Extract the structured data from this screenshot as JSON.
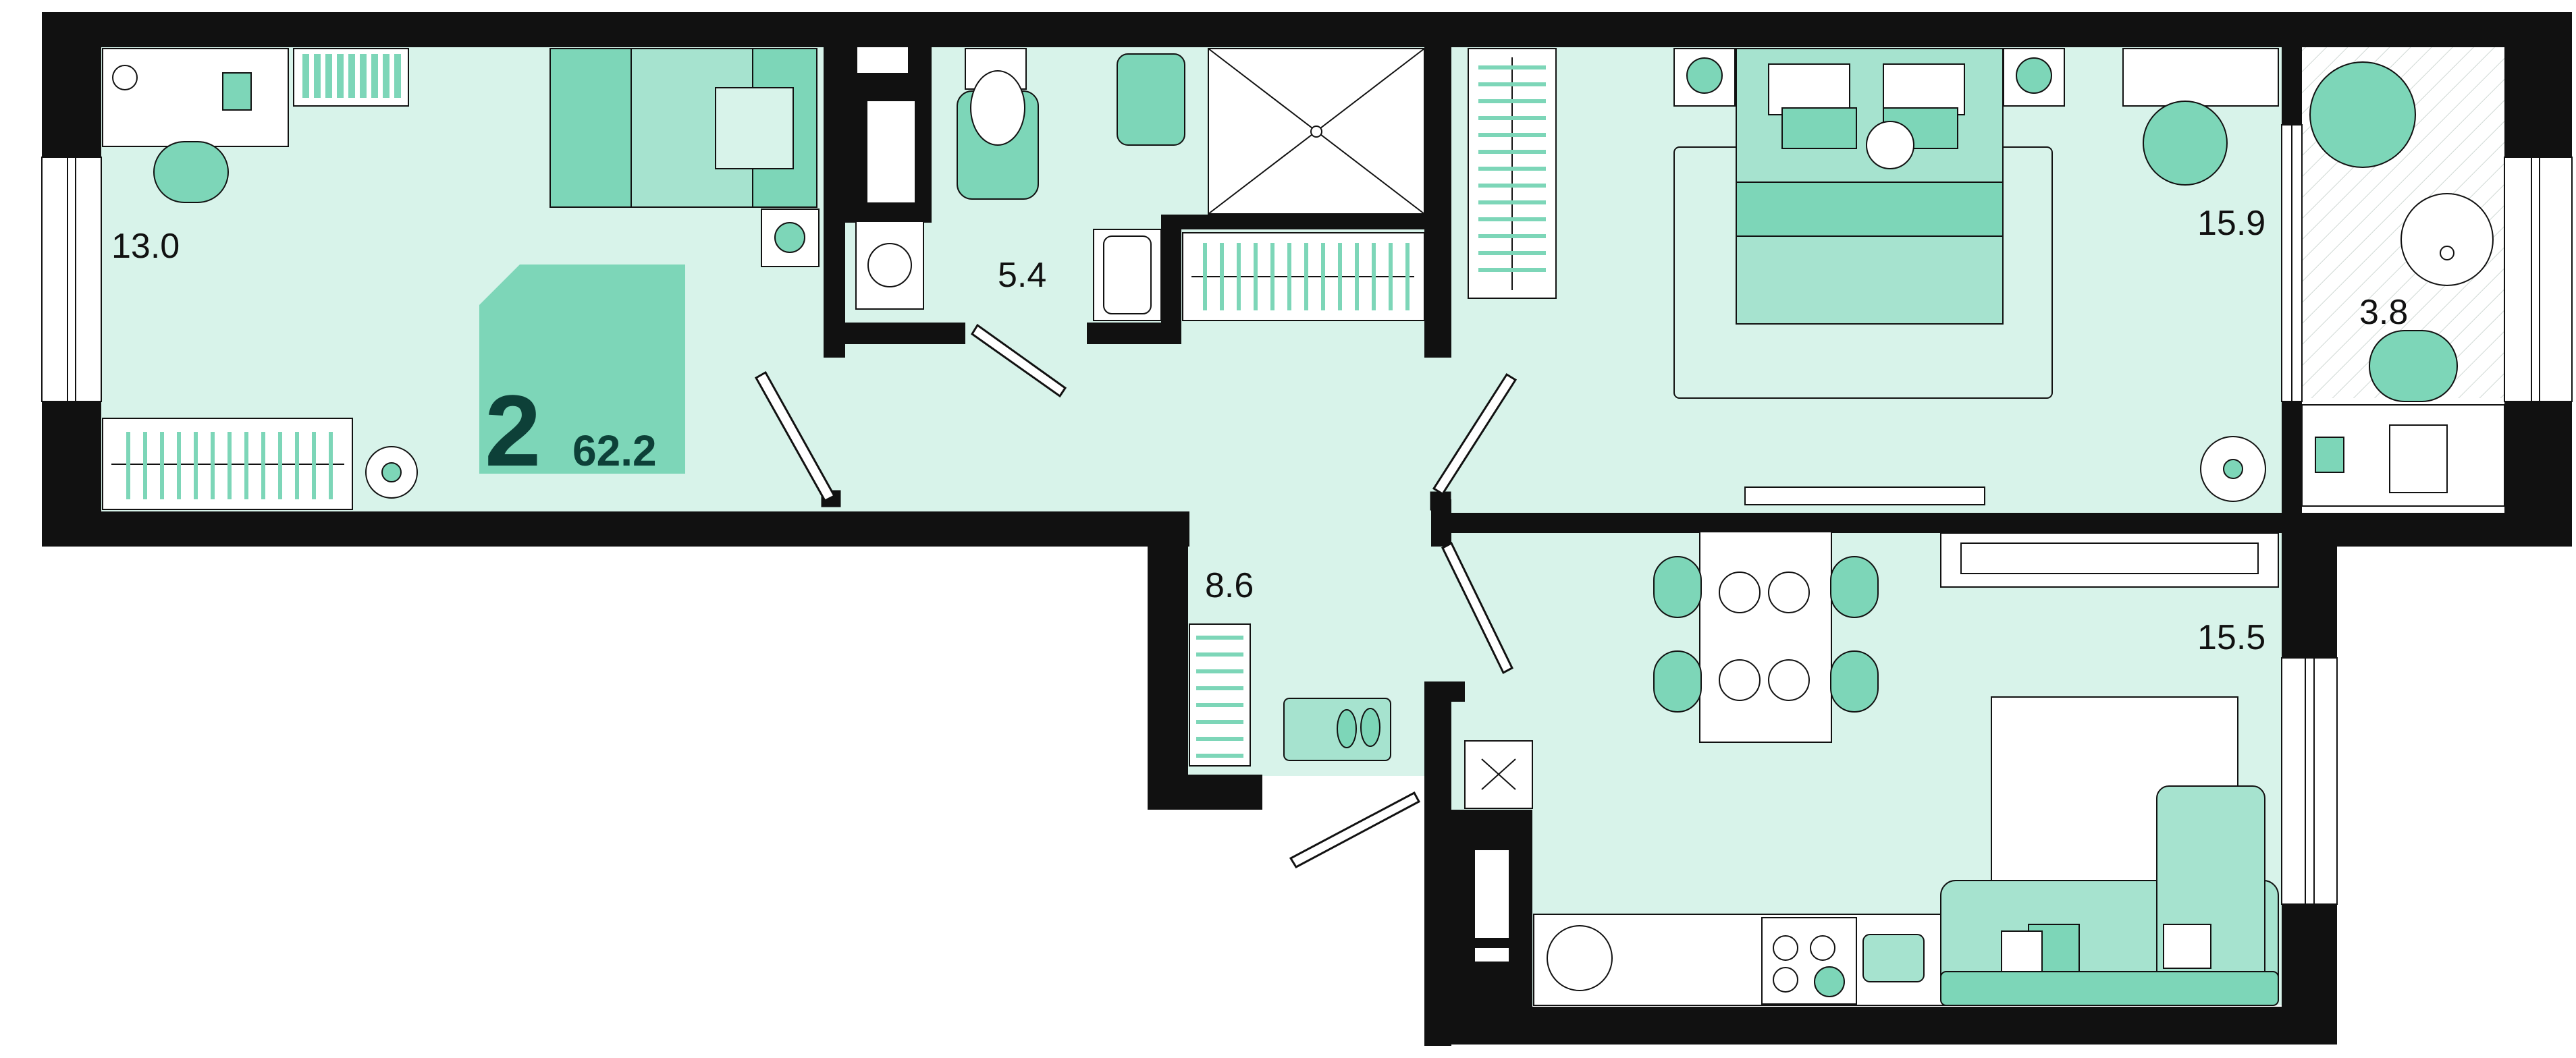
{
  "badge": {
    "rooms": "2",
    "total_area": "62.2"
  },
  "rooms": {
    "bedroom_left": "13.0",
    "bathroom": "5.4",
    "hallway": "8.6",
    "bedroom_right": "15.9",
    "balcony": "3.8",
    "kitchen_living": "15.5"
  },
  "colors": {
    "floor": "#d8f3ea",
    "furniture": "#7dd6b8",
    "furniture_light": "#a6e3cf",
    "wall": "#111111",
    "badge_bg": "#7dd6b8",
    "badge_text": "#0d4038"
  }
}
